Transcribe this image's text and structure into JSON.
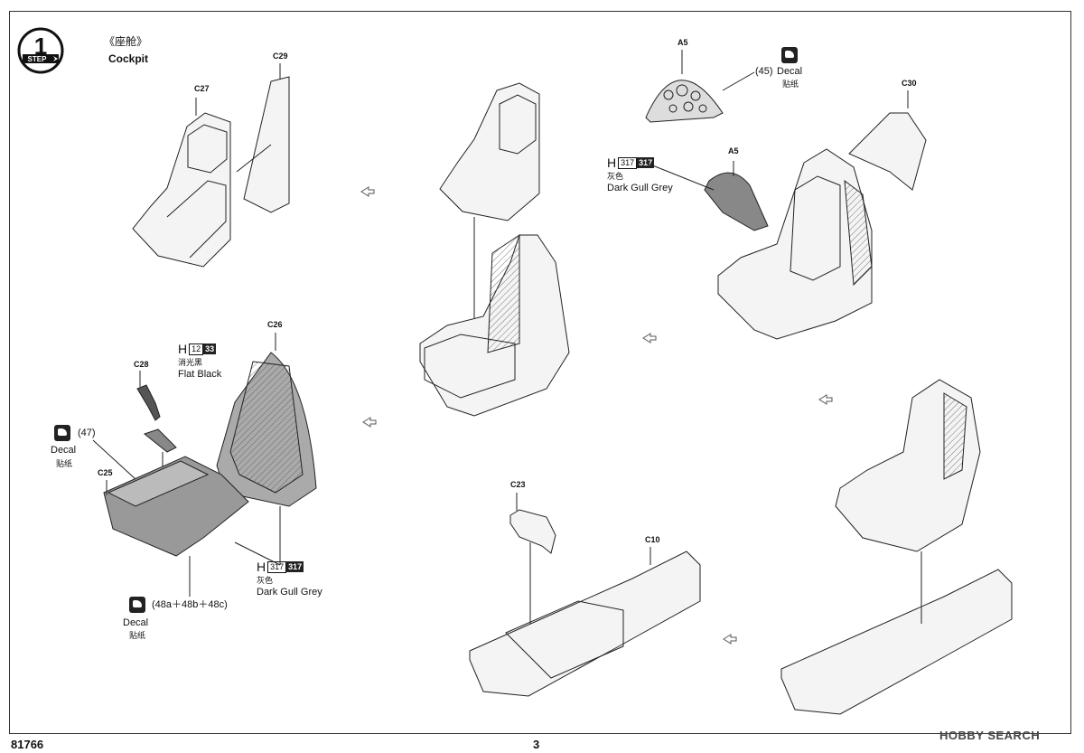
{
  "step": {
    "number": "1",
    "label": "STEP"
  },
  "title": {
    "cn": "《座舱》",
    "en": "Cockpit"
  },
  "parts": {
    "c27": "C27",
    "c29": "C29",
    "a5_top": "A5",
    "a5_mid": "A5",
    "c30": "C30",
    "c26": "C26",
    "c28": "C28",
    "c25": "C25",
    "c23": "C23",
    "c10": "C10"
  },
  "decals": {
    "d45": {
      "num": "(45)",
      "en": "Decal",
      "cn": "贴纸"
    },
    "d47": {
      "num": "(47)",
      "en": "Decal",
      "cn": "贴纸"
    },
    "d48": {
      "num": "(48a＋48b＋48c)",
      "en": "Decal",
      "cn": "贴纸"
    }
  },
  "paints": {
    "dark_gull_top": {
      "h": "H",
      "code1": "317",
      "code2": "317",
      "cn": "灰色",
      "en": "Dark Gull Grey"
    },
    "flat_black": {
      "h": "H",
      "code1": "12",
      "code2": "33",
      "cn": "消光黑",
      "en": "Flat Black"
    },
    "dark_gull_bottom": {
      "h": "H",
      "code1": "317",
      "code2": "317",
      "cn": "灰色",
      "en": "Dark Gull Grey"
    }
  },
  "footer": {
    "left": "81766",
    "page": "3",
    "watermark": "HOBBY SEARCH"
  }
}
